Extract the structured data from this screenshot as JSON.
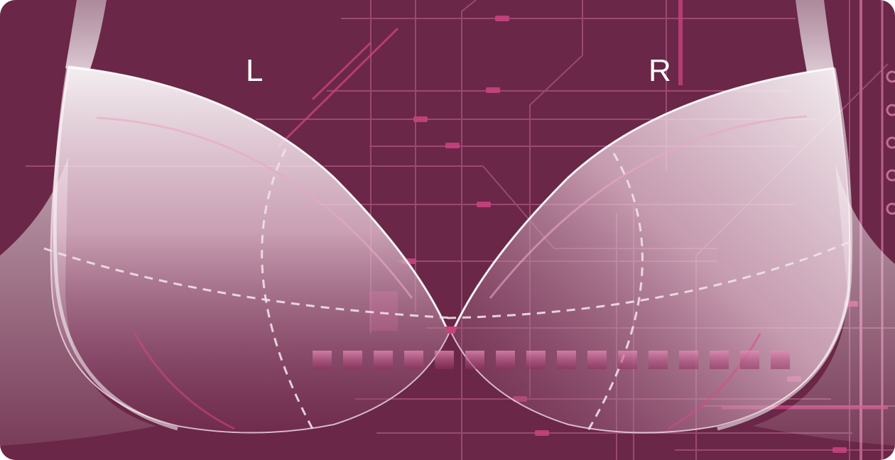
{
  "labels": {
    "left": "L",
    "right": "R"
  },
  "colors": {
    "background": "#6a2747",
    "circuit_line": "#a3507a",
    "circuit_accent": "#c7437e",
    "cup_highlight": "#ffffff",
    "label": "#ffffff"
  },
  "icons": {
    "left_cup": "bra-cup-left-illustration",
    "right_cup": "bra-cup-right-illustration",
    "background": "circuit-pattern"
  }
}
